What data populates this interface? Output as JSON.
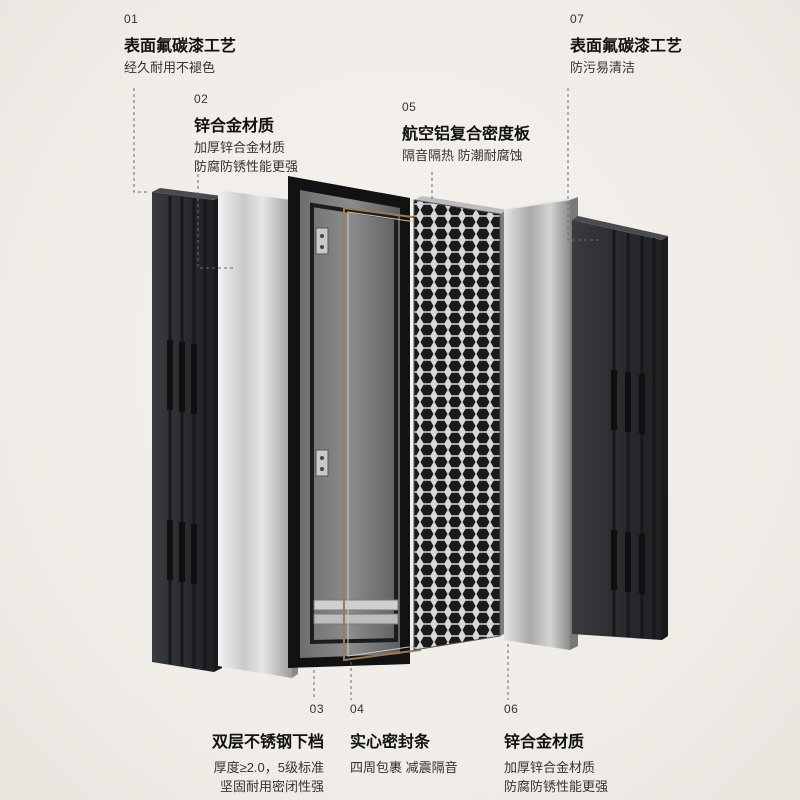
{
  "callouts": {
    "c01": {
      "num": "01",
      "title": "表面氟碳漆工艺",
      "lines": [
        "经久耐用不褪色"
      ]
    },
    "c02": {
      "num": "02",
      "title": "锌合金材质",
      "lines": [
        "加厚锌合金材质",
        "防腐防锈性能更强"
      ]
    },
    "c03": {
      "num": "03",
      "title": "双层不锈钢下档",
      "lines": [
        "厚度≥2.0，5级标准",
        "坚固耐用密闭性强"
      ]
    },
    "c04": {
      "num": "04",
      "title": "实心密封条",
      "lines": [
        "四周包裹 减震隔音"
      ]
    },
    "c05": {
      "num": "05",
      "title": "航空铝复合密度板",
      "lines": [
        "隔音隔热 防潮耐腐蚀"
      ]
    },
    "c06": {
      "num": "06",
      "title": "锌合金材质",
      "lines": [
        "加厚锌合金材质",
        "防腐防锈性能更强"
      ]
    },
    "c07": {
      "num": "07",
      "title": "表面氟碳漆工艺",
      "lines": [
        "防污易清洁"
      ]
    }
  },
  "colors": {
    "panel_dark": "#2a2b2e",
    "frame_black": "#141414",
    "steel_light": "#d9d9d9",
    "honeycomb": "#1e1e1e"
  }
}
